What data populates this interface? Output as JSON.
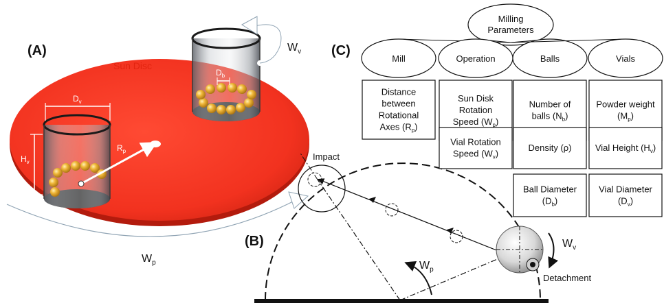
{
  "panels": {
    "a": "(A)",
    "b": "(B)",
    "c": "(C)"
  },
  "panel_a": {
    "sun_disc": "Sun Disc",
    "dv": {
      "main": "D",
      "sub": "v"
    },
    "hv": {
      "main": "H",
      "sub": "v"
    },
    "rp": {
      "main": "R",
      "sub": "p"
    },
    "db": {
      "main": "D",
      "sub": "b"
    },
    "wv": {
      "main": "W",
      "sub": "v"
    },
    "wp": {
      "main": "W",
      "sub": "p"
    }
  },
  "panel_b": {
    "impact": "Impact",
    "detachment": "Detachment",
    "wv": {
      "main": "W",
      "sub": "v"
    },
    "wp": {
      "main": "W",
      "sub": "p"
    }
  },
  "tree": {
    "root": [
      "Milling",
      "Parameters"
    ],
    "categories": [
      {
        "label": "Mill",
        "params": [
          {
            "lines": [
              "Distance",
              "between",
              "Rotational",
              "Axes (R|p|)"
            ]
          }
        ]
      },
      {
        "label": "Operation",
        "params": [
          {
            "lines": [
              "Sun Disk",
              "Rotation",
              "Speed (W|p|)"
            ]
          },
          {
            "lines": [
              "Vial Rotation",
              "Speed (W|v|)"
            ]
          }
        ]
      },
      {
        "label": "Balls",
        "params": [
          {
            "lines": [
              "Number of",
              "balls (N|b|)"
            ]
          },
          {
            "lines": [
              "Density (ρ)"
            ]
          },
          {
            "lines": [
              "Ball Diameter",
              "(D|b|)"
            ]
          }
        ]
      },
      {
        "label": "Vials",
        "params": [
          {
            "lines": [
              "Powder weight",
              "(M|p|)"
            ]
          },
          {
            "lines": [
              "Vial Height (H|v|)"
            ]
          },
          {
            "lines": [
              "Vial Diameter",
              "(D|v|)"
            ]
          }
        ]
      }
    ]
  },
  "colors": {
    "sun_disc": "#f2321f",
    "sun_disc_shadow": "#c41e10",
    "ball_gold": "#e3a72a",
    "vial_glass": "#8a8f96",
    "line": "#111111"
  }
}
